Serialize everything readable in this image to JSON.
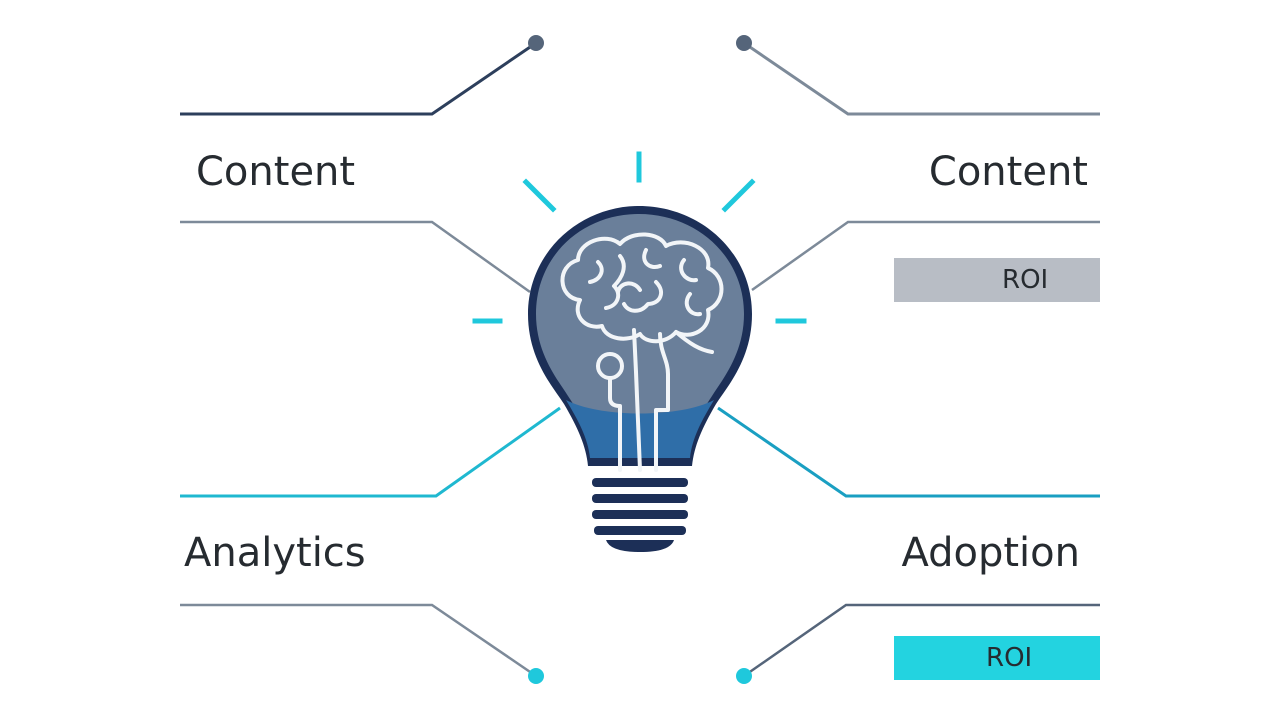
{
  "diagram": {
    "label_top_left": "Content",
    "label_top_right": "Content",
    "label_bottom_left": "Analytics",
    "label_bottom_right": "Adoption",
    "badge_top_right": "ROI",
    "badge_bottom_right": "ROI"
  },
  "colors": {
    "dark_slate": "#2d3f5c",
    "gray_line": "#7d8a99",
    "cyan": "#1fc8dc",
    "bulb_fill": "#6a7f9a",
    "bulb_dark": "#1c2f57",
    "bulb_blue": "#2f6ea8",
    "badge_gray": "#b8bdc5",
    "badge_cyan": "#23d3e0"
  },
  "icons": [
    "lightbulb-icon",
    "brain-icon",
    "connector-dot-icon"
  ]
}
